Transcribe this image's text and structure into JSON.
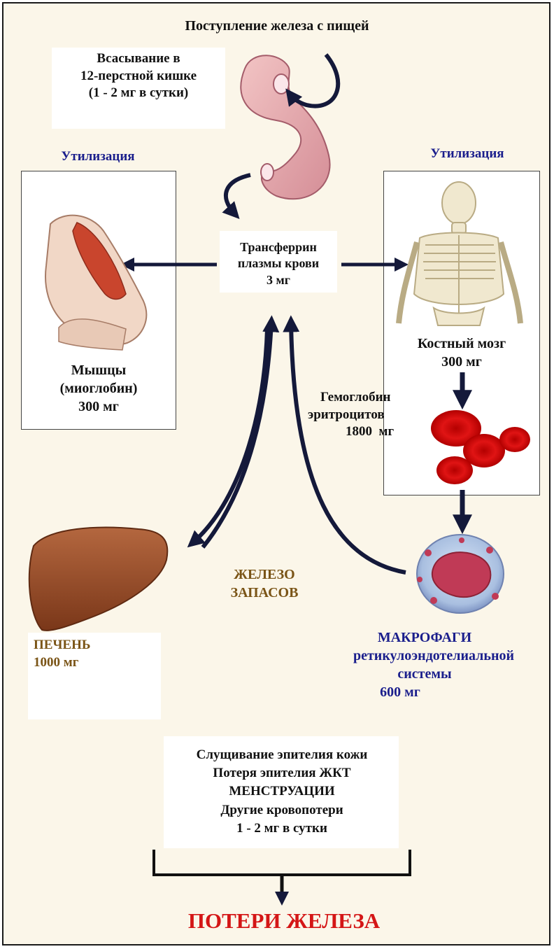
{
  "header": {
    "intake": "Поступление железа с пищей"
  },
  "absorption": {
    "line1": "Всасывание в",
    "line2": "12-перстной кишке",
    "line3": "(1 - 2 мг в сутки)"
  },
  "utilization_left": "Утилизация",
  "utilization_right": "Утилизация",
  "transferrin": {
    "line1": "Трансферрин",
    "line2": "плазмы крови",
    "line3": "3 мг"
  },
  "muscles": {
    "line1": "Мышцы",
    "line2": "(миоглобин)",
    "line3": "300 мг"
  },
  "bone_marrow": {
    "line1": "Костный мозг",
    "line2": "300 мг"
  },
  "hemoglobin": {
    "line1": "Гемоглобин",
    "line2": "эритроцитов",
    "line3": "1800  мг"
  },
  "stores": {
    "line1": "ЖЕЛЕЗО",
    "line2": "ЗАПАСОВ"
  },
  "liver": {
    "line1": "ПЕЧЕНЬ",
    "line2": "1000 мг"
  },
  "macrophages": {
    "line1": "МАКРОФАГИ",
    "line2": "ретикулоэндотелиальной",
    "line3": "системы",
    "line4": "600 мг"
  },
  "losses": {
    "items": [
      "Слущивание эпителия кожи",
      "Потеря эпителия ЖКТ",
      "МЕНСТРУАЦИИ",
      "Другие кровопотери",
      "1 - 2 мг в сутки"
    ],
    "title": "ПОТЕРИ ЖЕЛЕЗА"
  },
  "colors": {
    "arrow": "#14193a",
    "blue_text": "#1a1e8c",
    "brown_text": "#7a5416",
    "red_title": "#d41616",
    "background": "#fbf6e9"
  }
}
